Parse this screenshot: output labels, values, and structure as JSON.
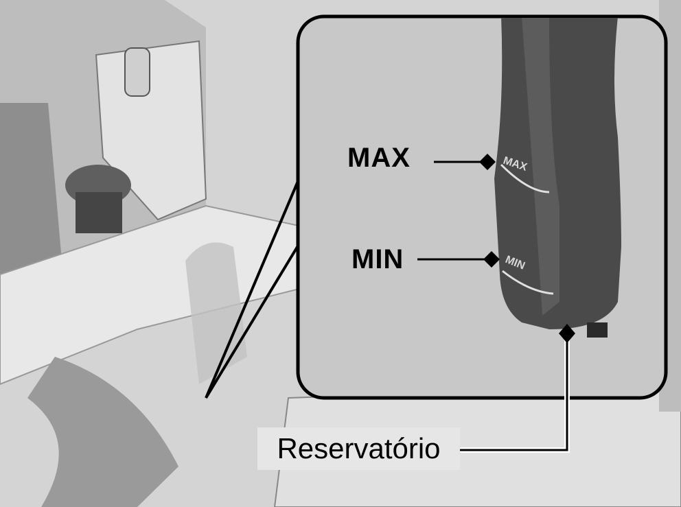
{
  "labels": {
    "max": "MAX",
    "min": "MIN",
    "reservoir": "Reservatório"
  },
  "embossed_marks": {
    "max": "MAX",
    "min": "MIN"
  },
  "colors": {
    "background": "#d9d9d9",
    "callout_box": "#c8c8c8",
    "reservoir": "#4a4a4a"
  }
}
